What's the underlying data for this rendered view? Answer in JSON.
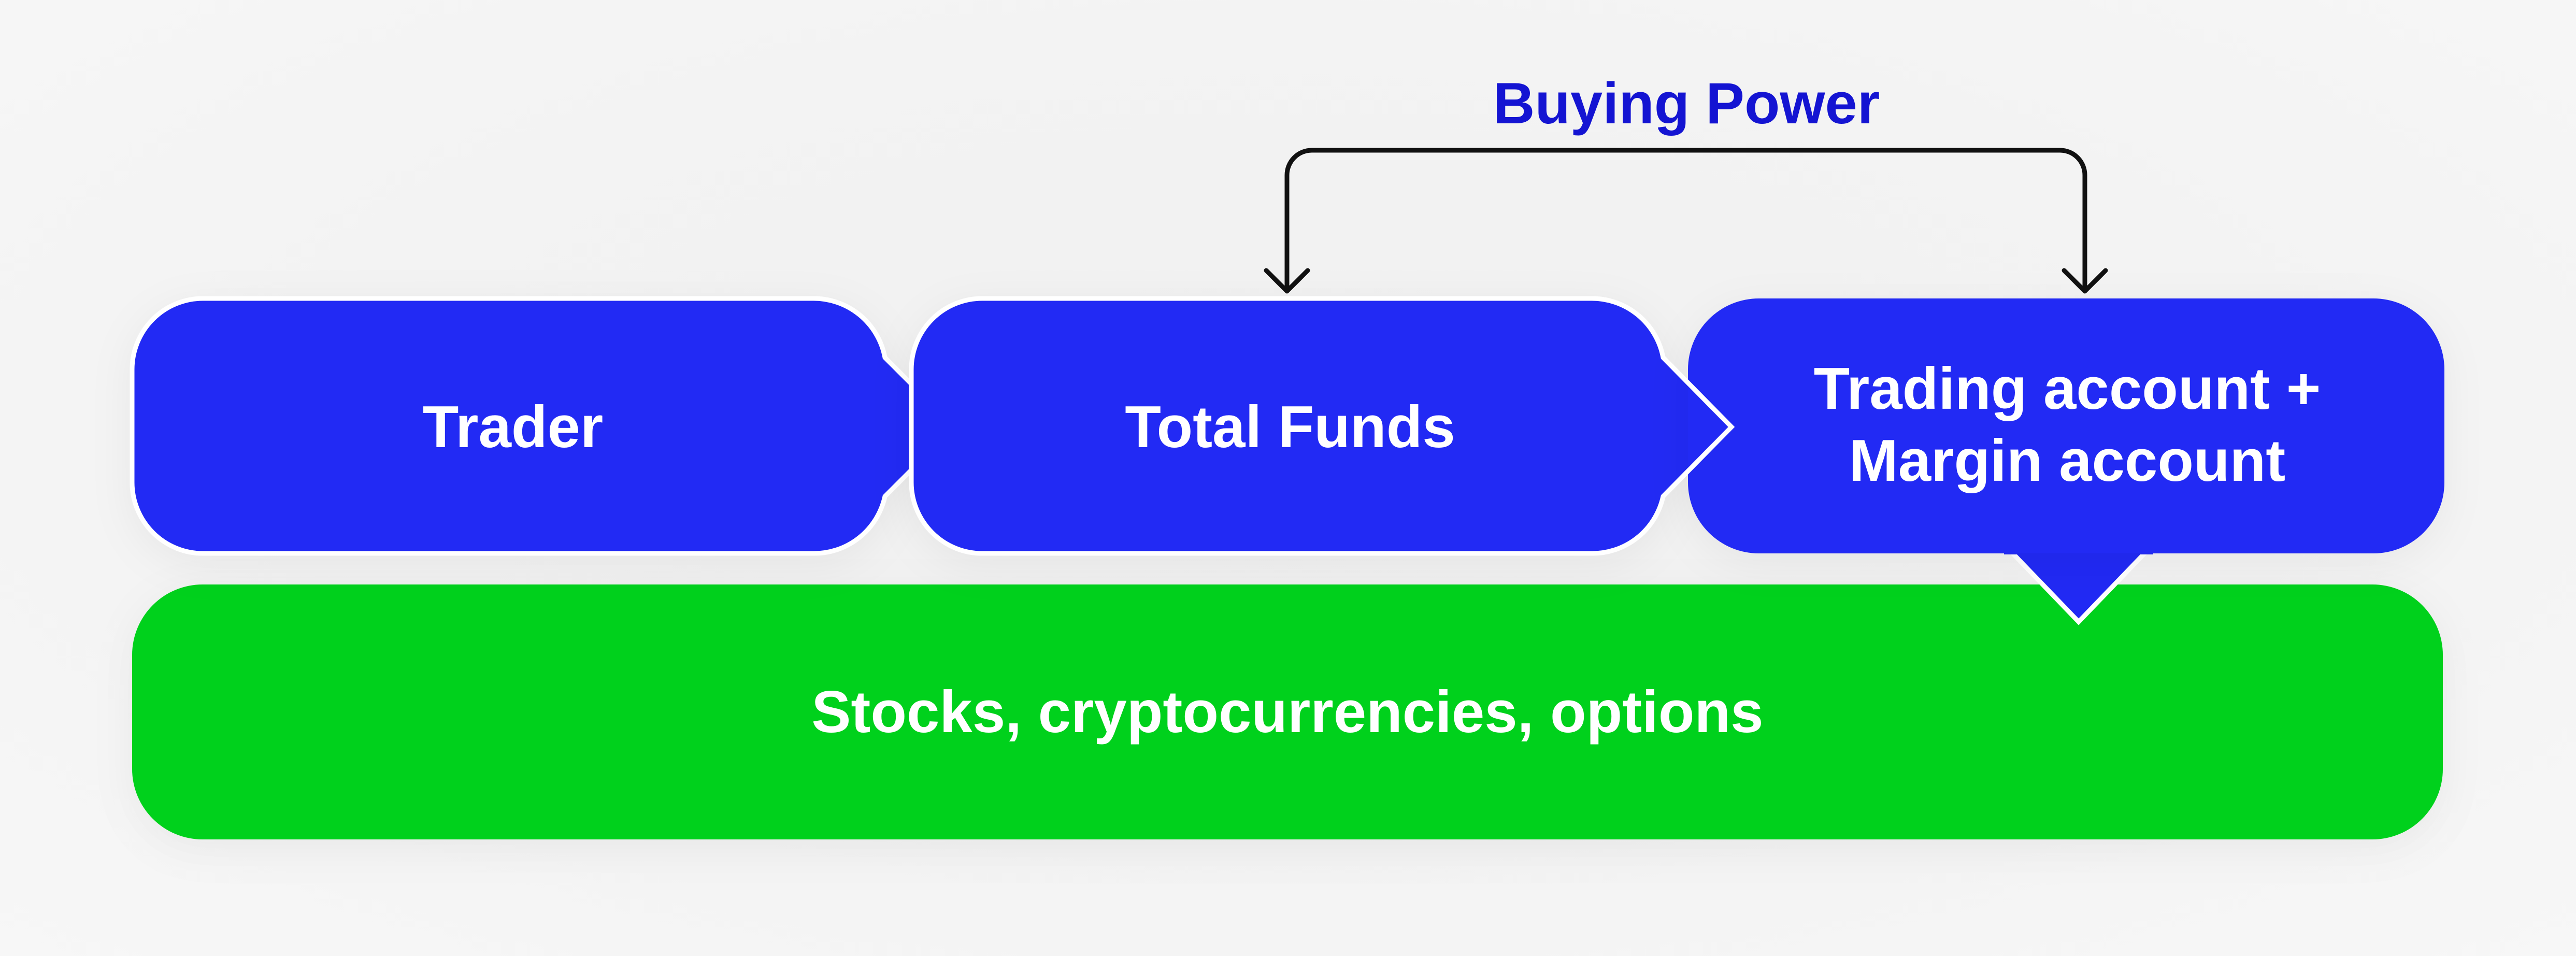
{
  "title": "Buying Power",
  "nodes": {
    "trader": "Trader",
    "total_funds": "Total Funds",
    "account_line1": "Trading account +",
    "account_line2": "Margin account",
    "assets": "Stocks, cryptocurrencies, options"
  },
  "colors": {
    "node_blue": "#2129f4",
    "node_green": "#06d11e",
    "title_blue": "#1414d2",
    "connector": "#111111",
    "text": "#ffffff"
  }
}
